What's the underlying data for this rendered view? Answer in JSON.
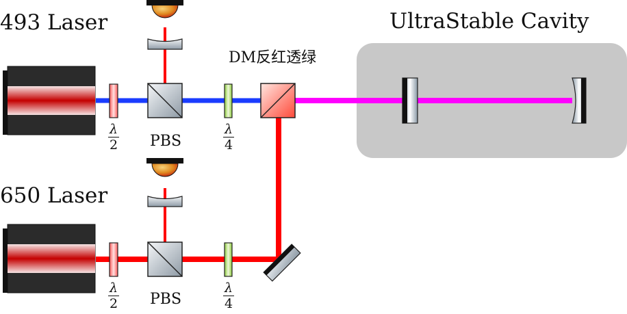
{
  "labels": {
    "laser_493": "493 Laser",
    "laser_650": "650 Laser",
    "cavity": "UltraStable Cavity",
    "dichroic": "DM反红透绿",
    "pbs_top": "PBS",
    "pbs_bottom": "PBS"
  },
  "waveplates": {
    "half_top": {
      "num": "λ",
      "den": "2"
    },
    "quarter_top": {
      "num": "λ",
      "den": "4"
    },
    "half_bottom": {
      "num": "λ",
      "den": "2"
    },
    "quarter_bottom": {
      "num": "λ",
      "den": "4"
    }
  },
  "colors": {
    "beam_red": "#ff0000",
    "beam_blue": "#1a3cff",
    "beam_magenta": "#ff00ff",
    "cavity_box": "#c8c8c8",
    "laser_body": "#2b2b2b",
    "waveplate_half": "#ff3030",
    "waveplate_quarter": "#8ccc3c"
  }
}
